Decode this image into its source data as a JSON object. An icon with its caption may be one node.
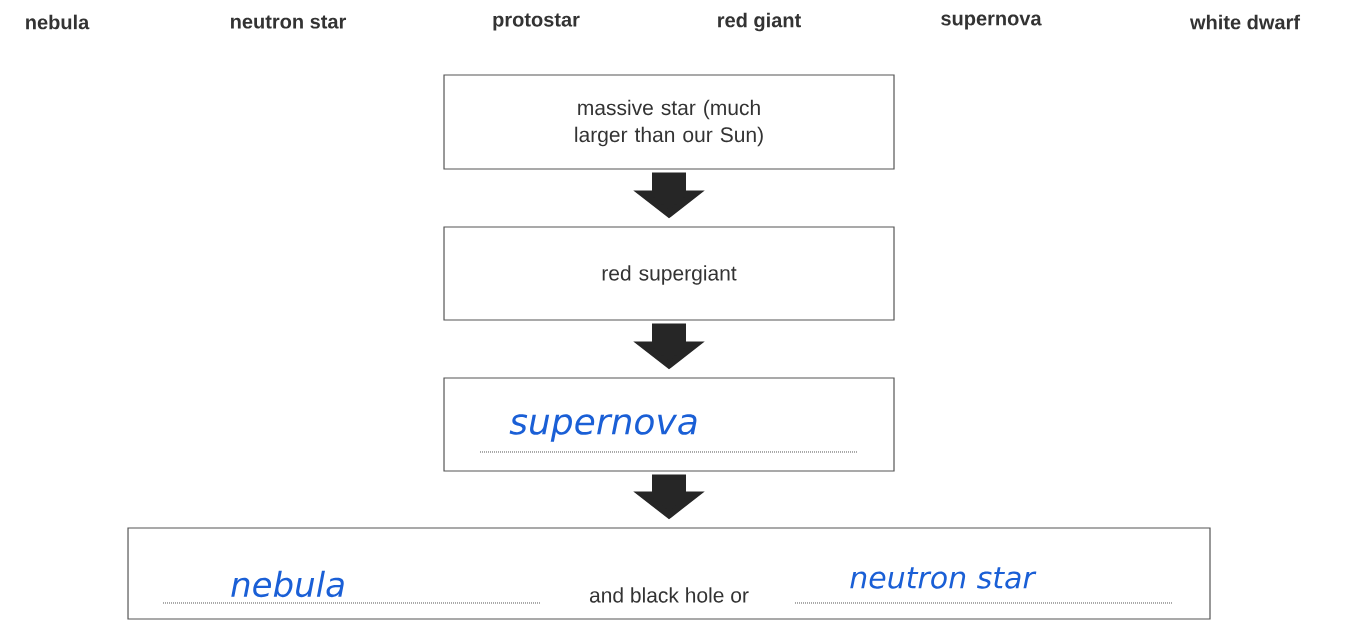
{
  "diagram": {
    "nodes": [
      {
        "text": [
          "massive star (much larger than our Sun)"
        ]
      },
      {
        "text": [
          "red supergiant"
        ]
      },
      {
        "text": [
          "supernova"
        ]
      },
      {
        "text": [
          "nebula",
          "and black hole or",
          "neutron star"
        ]
      }
    ],
    "edges": [
      {
        "from": 0,
        "to": 1,
        "arrow": "to"
      },
      {
        "from": 1,
        "to": 2,
        "arrow": "to"
      },
      {
        "from": 2,
        "to": 3,
        "arrow": "to"
      }
    ],
    "labels": [
      "nebula",
      "neutron star",
      "protostar",
      "red giant",
      "supernova",
      "white dwarf"
    ]
  }
}
